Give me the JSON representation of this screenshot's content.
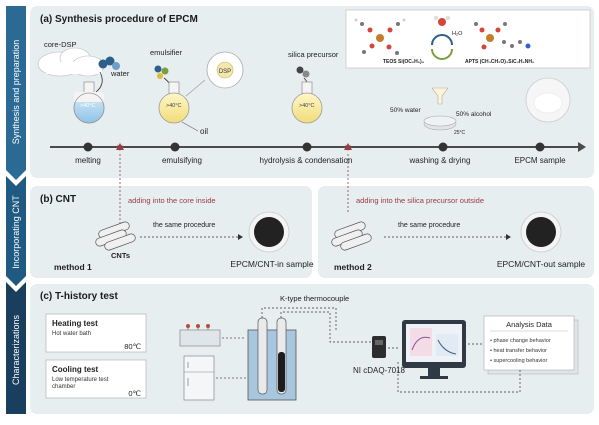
{
  "side_labels": {
    "synthesis": "Synthesis and preparation",
    "cnt": "Incorporating CNT",
    "characterizations": "Characterizations"
  },
  "panel_a": {
    "title": "(a) Synthesis procedure of EPCM",
    "core_label": "core-DSP",
    "water_label": "water",
    "emulsifier_label": "emulsifier",
    "dsp_label": "DSP",
    "oil_label": "oil",
    "silica_label": "silica precursor",
    "flask_temp": ">40°C",
    "water_mol_label": "H₂O",
    "teos_label": "TEOS Si(OC₂H₅)₄",
    "apts_label": "APTS (CH₃CH₂O)₃SiC₃H₆NH₂",
    "water_pct": "50% water",
    "alcohol_pct": "50% alcohol",
    "dish_temp": "25°C",
    "steps": [
      "melting",
      "emulsifying",
      "hydrolysis & condensation",
      "washing & drying",
      "EPCM sample"
    ]
  },
  "panel_b": {
    "title": "(b) CNT",
    "add_core": "adding into the core inside",
    "add_silica": "adding into the silica precursor outside",
    "method1": "method 1",
    "method2": "method 2",
    "cnts_label": "CNTs",
    "same_proc_1": "the same procedure",
    "same_proc_2": "the same procedure",
    "sample_in": "EPCM/CNT-in sample",
    "sample_out": "EPCM/CNT-out sample"
  },
  "panel_c": {
    "title": "(c) T-history test",
    "heating_title": "Heating test",
    "heating_sub": "Hot water bath",
    "heating_temp": "80℃",
    "cooling_title": "Cooling test",
    "cooling_sub1": "Low temperature test",
    "cooling_sub2": "chamber",
    "cooling_temp": "0℃",
    "thermocouple": "K-type thermocouple",
    "daq": "NI cDAQ-7018",
    "analysis_title": "Analysis Data",
    "analysis_items": [
      "phase change behavior",
      "heat transfer behavior",
      "supercooling behavior"
    ]
  },
  "colors": {
    "sidebar": "#1f4b6e",
    "panel_bg": "#e7eef0",
    "accent_red": "#9a3a44",
    "timeline": "#4a4a4a"
  }
}
